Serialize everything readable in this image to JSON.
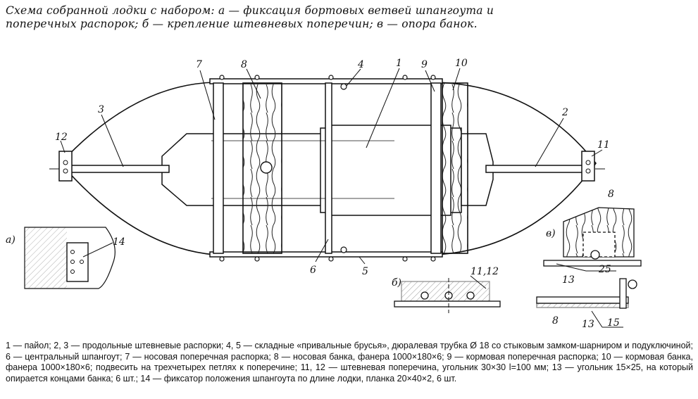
{
  "title": "Схема собранной лодки с набором: а — фиксация бортовых ветвей шпангоута и поперечных распорок; б — крепление штевневых поперечин; в — опора банок.",
  "labels": {
    "n1": "1",
    "n2": "2",
    "n3": "3",
    "n4": "4",
    "n5": "5",
    "n6": "6",
    "n7": "7",
    "n8": "8",
    "n9": "9",
    "n10": "10",
    "n11": "11",
    "n12": "12",
    "n14": "14",
    "n11_12": "11,12",
    "n13a": "13",
    "n13b": "13",
    "n8b": "8",
    "n8c": "8",
    "sub_a": "а)",
    "sub_b": "б)",
    "sub_v": "в)",
    "dim25": "25",
    "dim15": "15"
  },
  "caption": "1 — пайол; 2, 3 — продольные штевневые распорки; 4, 5 — складные «привальные брусья», дюралевая трубка Ø 18 со стыковым замком-шарниром и подуключиной; 6 — центральный шпангоут; 7 — носовая поперечная распорка; 8 — носовая банка, фанера 1000×180×6; 9 — кормовая поперечная распорка; 10 — кормовая банка, фанера 1000×180×6; подвесить на трехчетырех петлях к поперечине; 11, 12 — штевневая поперечина, угольник 30×30 l=100 мм; 13 — угольник 15×25, на который опирается концами банка; 6 шт.; 14 — фиксатор положения шпангоута по длине лодки, планка 20×40×2, 6 шт."
}
